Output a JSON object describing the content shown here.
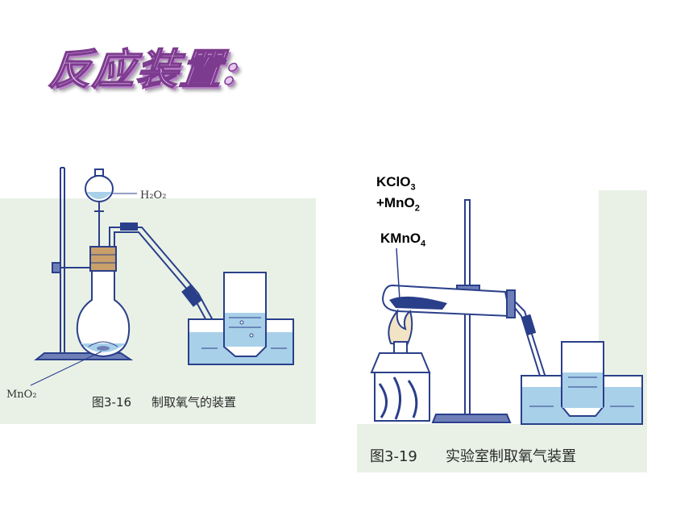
{
  "title": "反应装置:",
  "figure1": {
    "caption_number": "图3-16",
    "caption_text": "制取氧气的装置",
    "label_h2o2": "H₂O₂",
    "label_mno2": "MnO₂"
  },
  "figure2": {
    "caption_number": "图3-19",
    "caption_text": "实验室制取氧气装置"
  },
  "labels": {
    "kclo3": "KClO",
    "kclo3_sub": "3",
    "mno2": "+MnO",
    "mno2_sub": "2",
    "kmno4": "KMnO",
    "kmno4_sub": "4"
  },
  "colors": {
    "panel_bg": "#e9f1e6",
    "line": "#2a3f8a",
    "water": "#a9d0e9",
    "title_fill": "#e6c7f0",
    "title_stroke": "#7d3b8f"
  }
}
